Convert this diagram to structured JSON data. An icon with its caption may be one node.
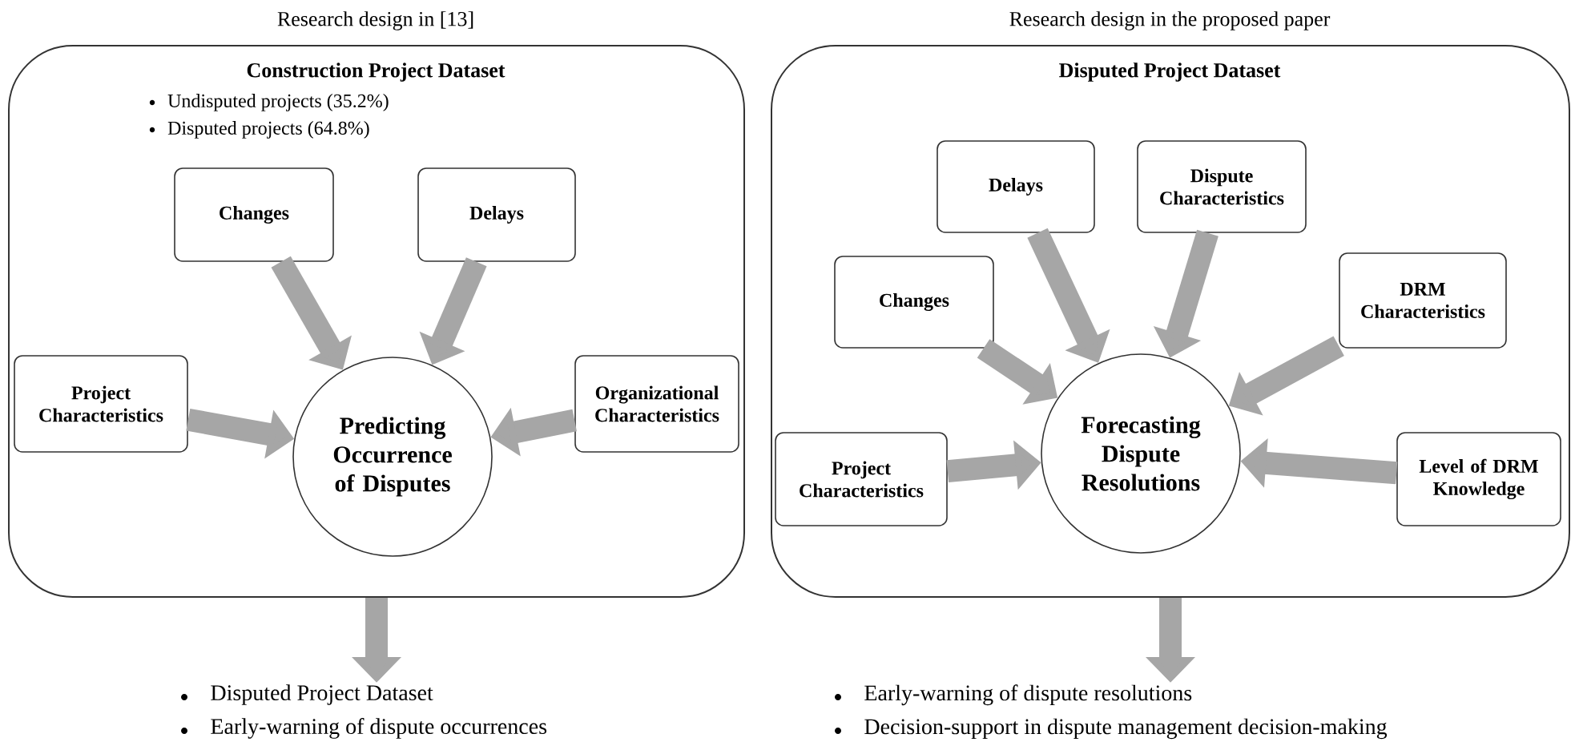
{
  "diagram": {
    "nodes": [
      {
        "text": [
          "Research design in [13]",
          "Construction Project Dataset",
          "Undisputed projects (35.2%)",
          "Disputed projects (64.8%)"
        ]
      },
      {
        "text": [
          "Changes"
        ],
        "in": 0
      },
      {
        "text": [
          "Delays"
        ],
        "in": 0
      },
      {
        "text": [
          "Project Characteristics"
        ],
        "in": 0
      },
      {
        "text": [
          "Predicting Occurrence of Disputes"
        ],
        "in": 0
      },
      {
        "text": [
          "Organizational Characteristics"
        ],
        "in": 0
      },
      {
        "text": [
          "Research design in the proposed paper",
          "Disputed Project Dataset"
        ]
      },
      {
        "text": [
          "Delays"
        ],
        "in": 6
      },
      {
        "text": [
          "Dispute Characteristics"
        ],
        "in": 6
      },
      {
        "text": [
          "Changes"
        ],
        "in": 6
      },
      {
        "text": [
          "DRM Characteristics"
        ],
        "in": 6
      },
      {
        "text": [
          "Project Characteristics"
        ],
        "in": 6
      },
      {
        "text": [
          "Forecasting Dispute Resolutions"
        ],
        "in": 6
      },
      {
        "text": [
          "Level of DRM Knowledge"
        ],
        "in": 6
      },
      {
        "text": [
          "Disputed Project Dataset",
          "Early-warning of dispute occurrences"
        ]
      },
      {
        "text": [
          "Early-warning of dispute resolutions",
          "Decision-support in dispute management decision-making"
        ]
      }
    ],
    "edges": [
      {
        "from": 1,
        "to": 4,
        "arrow": "to"
      },
      {
        "from": 2,
        "to": 4,
        "arrow": "to"
      },
      {
        "from": 3,
        "to": 4,
        "arrow": "to"
      },
      {
        "from": 5,
        "to": 4,
        "arrow": "to"
      },
      {
        "from": 0,
        "to": 14,
        "arrow": "to"
      },
      {
        "from": 7,
        "to": 12,
        "arrow": "to"
      },
      {
        "from": 8,
        "to": 12,
        "arrow": "to"
      },
      {
        "from": 9,
        "to": 12,
        "arrow": "to"
      },
      {
        "from": 10,
        "to": 12,
        "arrow": "to"
      },
      {
        "from": 11,
        "to": 12,
        "arrow": "to"
      },
      {
        "from": 13,
        "to": 12,
        "arrow": "to"
      },
      {
        "from": 6,
        "to": 15,
        "arrow": "to"
      }
    ]
  }
}
